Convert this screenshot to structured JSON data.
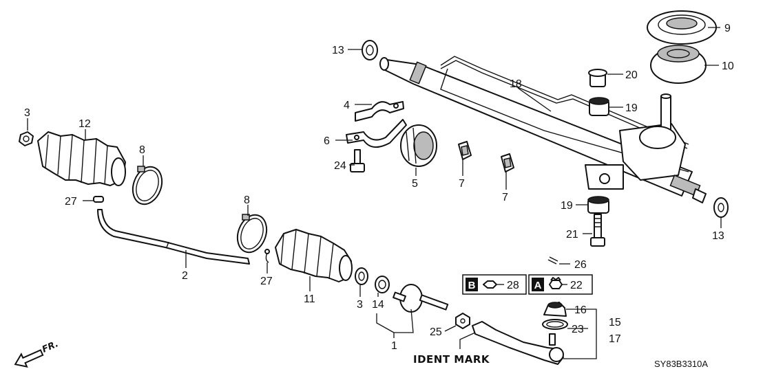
{
  "callouts": {
    "c1": "1",
    "c2": "2",
    "c3a": "3",
    "c3b": "3",
    "c4": "4",
    "c5": "5",
    "c6": "6",
    "c7a": "7",
    "c7b": "7",
    "c8a": "8",
    "c8b": "8",
    "c9": "9",
    "c10": "10",
    "c11": "11",
    "c12": "12",
    "c13a": "13",
    "c13b": "13",
    "c14": "14",
    "c15": "15",
    "c16": "16",
    "c17": "17",
    "c18": "18",
    "c19a": "19",
    "c19b": "19",
    "c20": "20",
    "c21": "21",
    "c22": "22",
    "c23": "23",
    "c24": "24",
    "c25": "25",
    "c26": "26",
    "c27a": "27",
    "c27b": "27",
    "c28": "28"
  },
  "legend": {
    "box_b_label": "B",
    "box_a_label": "A"
  },
  "ident_mark": "IDENT MARK",
  "direction_label": "FR.",
  "diagram_code": "SY83B3310A"
}
